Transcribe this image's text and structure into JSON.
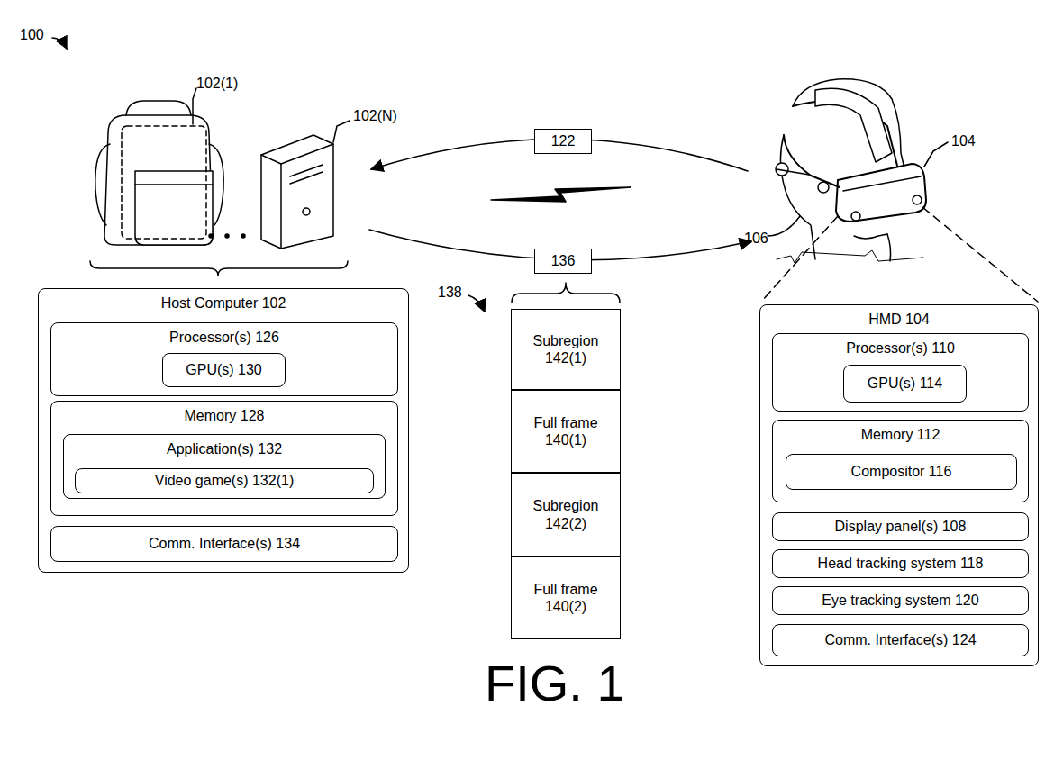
{
  "diagram": {
    "nodes": [
      {
        "text": [
          "Host Computer 102"
        ]
      },
      {
        "text": [
          "Processor(s) 126"
        ],
        "in": 0
      },
      {
        "text": [
          "GPU(s) 130"
        ],
        "in": 1
      },
      {
        "text": [
          "Memory 128"
        ],
        "in": 0
      },
      {
        "text": [
          "Application(s) 132"
        ],
        "in": 3
      },
      {
        "text": [
          "Video game(s) 132(1)"
        ],
        "in": 4
      },
      {
        "text": [
          "Comm. Interface(s) 134"
        ],
        "in": 0
      },
      {
        "text": [
          "122"
        ]
      },
      {
        "text": [
          "136"
        ]
      },
      {
        "text": [
          "Subregion 142(1)"
        ]
      },
      {
        "text": [
          "Full frame 140(1)"
        ]
      },
      {
        "text": [
          "Subregion 142(2)"
        ]
      },
      {
        "text": [
          "Full frame 140(2)"
        ]
      },
      {
        "text": [
          "HMD 104"
        ]
      },
      {
        "text": [
          "Processor(s) 110"
        ],
        "in": 13
      },
      {
        "text": [
          "GPU(s) 114"
        ],
        "in": 14
      },
      {
        "text": [
          "Memory 112"
        ],
        "in": 13
      },
      {
        "text": [
          "Compositor 116"
        ],
        "in": 16
      },
      {
        "text": [
          "Display panel(s) 108"
        ],
        "in": 13
      },
      {
        "text": [
          "Head tracking system 118"
        ],
        "in": 13
      },
      {
        "text": [
          "Eye tracking system 120"
        ],
        "in": 13
      },
      {
        "text": [
          "Comm. Interface(s) 124"
        ],
        "in": 13
      }
    ],
    "labels": [
      "100",
      "102(1)",
      "102(N)",
      "104",
      "106",
      "138",
      "FIG. 1"
    ]
  }
}
